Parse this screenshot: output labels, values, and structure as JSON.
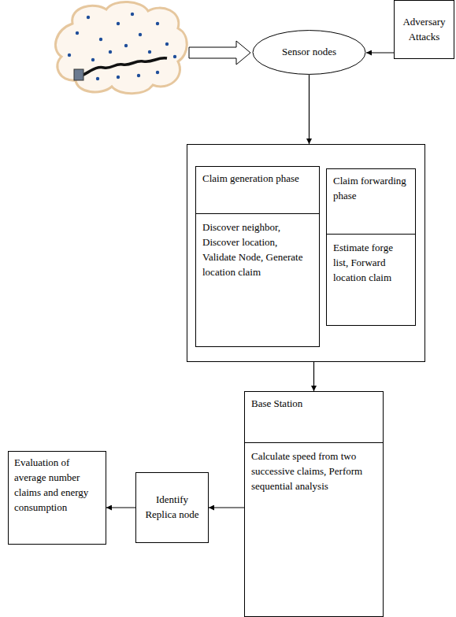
{
  "diagram": {
    "nodes": [
      {
        "text": [
          "Sensor nodes"
        ]
      },
      {
        "text": [
          "Adversary Attacks"
        ]
      },
      {
        "text": []
      },
      {
        "text": [
          "Claim generation phase",
          "Discover neighbor, Discover location, Validate Node, Generate location claim"
        ],
        "in": 2
      },
      {
        "text": [
          "Claim forwarding phase",
          "Estimate forge list, Forward location claim"
        ],
        "in": 2
      },
      {
        "text": [
          "Base Station",
          "Calculate speed from two successive claims, Perform sequential analysis"
        ]
      },
      {
        "text": [
          "Identify Replica node"
        ]
      },
      {
        "text": [
          "Evaluation of average number claims and energy consumption"
        ]
      }
    ],
    "edges": [
      {
        "from": 1,
        "to": 0,
        "arrow": "to"
      },
      {
        "from": 0,
        "to": 2,
        "arrow": "to"
      },
      {
        "from": 3,
        "to": 4,
        "arrow": "to"
      },
      {
        "from": 2,
        "to": 5,
        "arrow": "to"
      },
      {
        "from": 5,
        "to": 6,
        "arrow": "to"
      },
      {
        "from": 6,
        "to": 7,
        "arrow": "to"
      }
    ]
  }
}
